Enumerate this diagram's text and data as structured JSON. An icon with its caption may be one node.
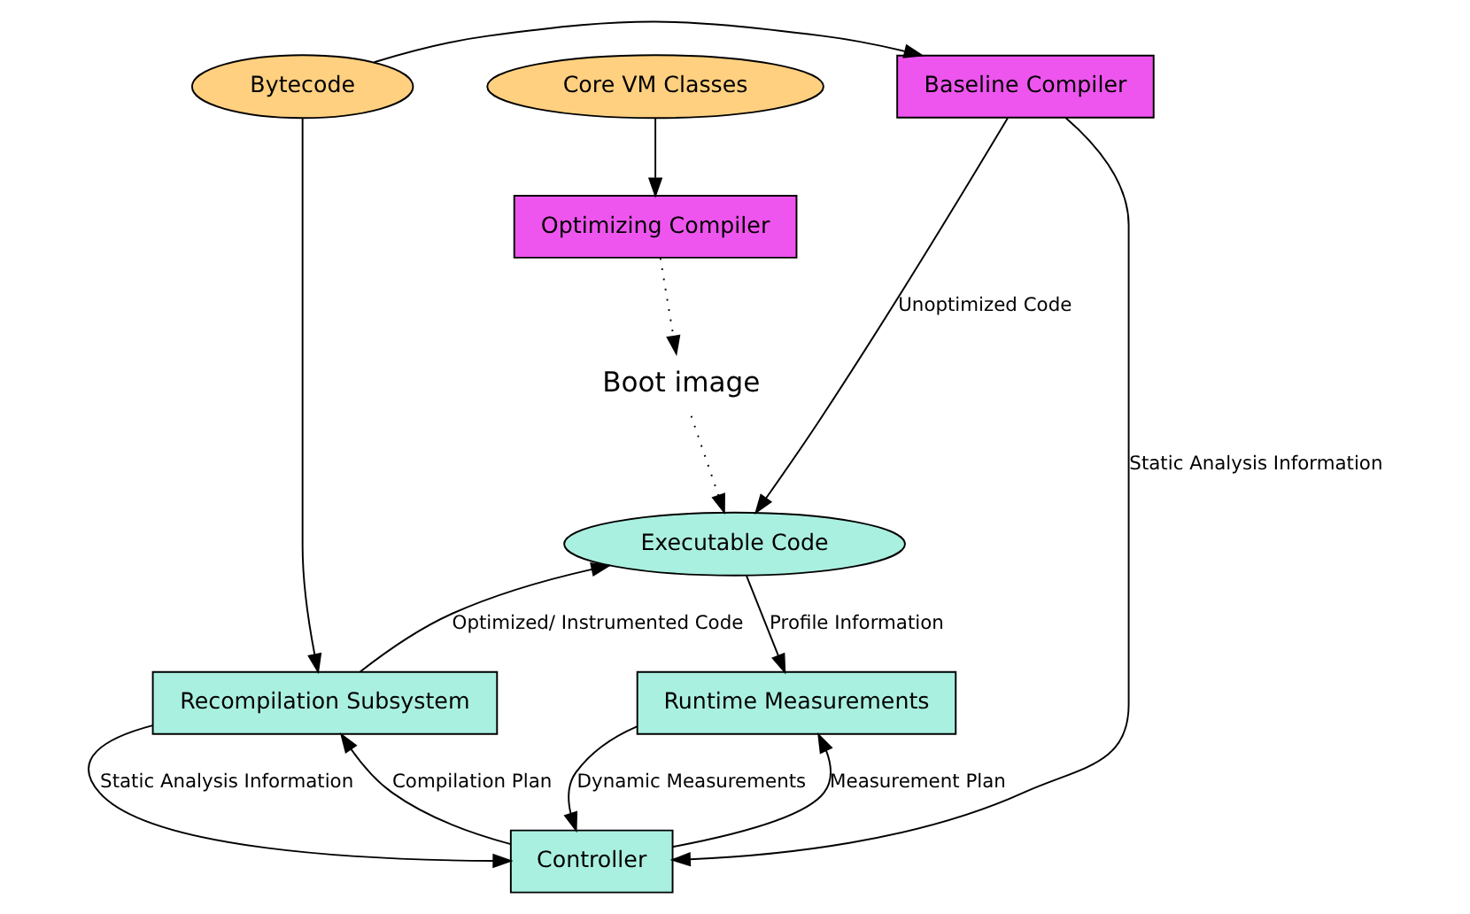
{
  "diagram": {
    "nodes": [
      {
        "text": [
          "Core VM Classes"
        ]
      },
      {
        "text": [
          "Optimizing Compiler"
        ]
      },
      {
        "text": [
          "Baseline Compiler"
        ]
      },
      {
        "text": [
          "Bytecode"
        ]
      },
      {
        "text": [
          "Boot image"
        ]
      },
      {
        "text": [
          "Executable Code"
        ]
      },
      {
        "text": [
          "Runtime Measurements"
        ]
      },
      {
        "text": [
          "Recompilation Subsystem"
        ]
      },
      {
        "text": [
          "Controller"
        ]
      }
    ],
    "edges": [
      {
        "from": 0,
        "to": 1,
        "arrow": "to"
      },
      {
        "from": 3,
        "to": 2,
        "arrow": "to"
      },
      {
        "from": 2,
        "to": 8,
        "arrow": "to",
        "label": "Static Analysis Information"
      },
      {
        "from": 1,
        "to": 4,
        "arrow": "to",
        "style": "dashed"
      },
      {
        "from": 2,
        "to": 5,
        "arrow": "to",
        "label": "Unoptimized Code"
      },
      {
        "from": 4,
        "to": 5,
        "arrow": "to",
        "style": "dashed"
      },
      {
        "from": 3,
        "to": 7,
        "arrow": "to"
      },
      {
        "from": 7,
        "to": 5,
        "arrow": "to",
        "label": "Optimized/ Instrumented Code"
      },
      {
        "from": 5,
        "to": 6,
        "arrow": "to",
        "label": "Profile Information"
      },
      {
        "from": 8,
        "to": 6,
        "arrow": "to",
        "label": "Measurement Plan"
      },
      {
        "from": 8,
        "to": 7,
        "arrow": "to",
        "label": "Compilation Plan"
      },
      {
        "from": 6,
        "to": 8,
        "arrow": "to",
        "label": "Dynamic Measurements"
      },
      {
        "from": 7,
        "to": 8,
        "arrow": "to",
        "label": "Static Analysis Information"
      }
    ]
  }
}
